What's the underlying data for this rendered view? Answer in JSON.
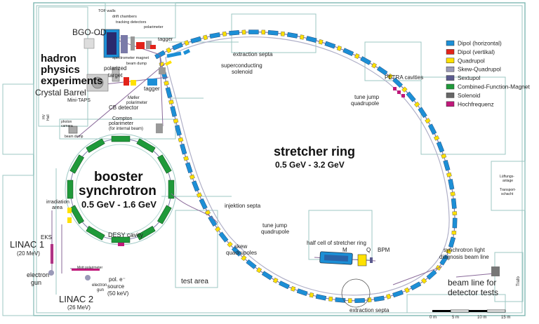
{
  "colors": {
    "dipol_h": "#1c8fd6",
    "dipol_v": "#e2231a",
    "quadrupol": "#ffe100",
    "skew_quadrupol": "#9a9ab8",
    "sextupol": "#5a5a8e",
    "combined": "#1f9a3a",
    "solenoid": "#666666",
    "hf": "#c0187a",
    "floor": "#9cc7c3",
    "beam": "#8a6a9a"
  },
  "legend": [
    {
      "label": "Dipol (horizontal)",
      "color": "#1c8fd6"
    },
    {
      "label": "Dipol (vertikal)",
      "color": "#e2231a"
    },
    {
      "label": "Quadrupol",
      "color": "#ffe100"
    },
    {
      "label": "Skew-Quadrupol",
      "color": "#9a9ab8"
    },
    {
      "label": "Sextupol",
      "color": "#5a5a8e"
    },
    {
      "label": "Combined-Function-Magnet",
      "color": "#1f9a3a"
    },
    {
      "label": "Solenoid",
      "color": "#666666"
    },
    {
      "label": "Hochfrequenz",
      "color": "#c0187a"
    }
  ],
  "labels": {
    "bgo_od": "BGO-OD",
    "hadron_1": "hadron",
    "hadron_2": "physics",
    "hadron_3": "experiments",
    "crystal_barrel": "Crystal Barrel",
    "tof_walls": "TOF walls",
    "drift_chambers": "drift chambers",
    "tracking_detectors": "tracking detectors",
    "polarimeter_top": "polarimeter",
    "spectrometer_magnet": "spectrometer magnet",
    "tagger_top": "tagger",
    "beam_dump_top": "beam dump",
    "polarized_target_1": "polarized",
    "polarized_target_2": "target",
    "mini_taps": "Mini-TAPS",
    "cb_detector": "CB detector",
    "moller_1": "Møller",
    "moller_2": "polarimeter",
    "tagger_mid": "tagger",
    "photon_camera_1": "photon",
    "photon_camera_2": "camera",
    "beam_dump_left": "beam dump",
    "compton_1": "Compton",
    "compton_2": "polarimeter",
    "compton_3": "(for internal beam)",
    "extraction_septa_top": "extraction septa",
    "sc_solenoid_1": "superconducting",
    "sc_solenoid_2": "solenoid",
    "petra": "PETRA cavities",
    "tune_jump_top_1": "tune jump",
    "tune_jump_top_2": "quadrupole",
    "stretcher_title": "stretcher ring",
    "stretcher_energy": "0.5 GeV - 3.2 GeV",
    "booster_1": "booster",
    "booster_2": "synchrotron",
    "booster_energy": "0.5 GeV - 1.6 GeV",
    "irradiation_1": "irradiation",
    "irradiation_2": "area",
    "eks": "EKS",
    "linac1": "LINAC 1",
    "linac1_energy": "(20 MeV)",
    "electron_gun_1a": "electron",
    "electron_gun_1b": "gun",
    "linac2": "LINAC 2",
    "linac2_energy": "(26 MeV)",
    "mott": "Mott polarimeter",
    "electron_gun_2a": "electron",
    "electron_gun_2b": "gun",
    "pol_source_1": "pol. e⁻",
    "pol_source_2": "source",
    "pol_source_3": "(50 keV)",
    "desy_cavity": "DESY cavity",
    "injektion_septa": "injektion septa",
    "tune_jump_low_1": "tune jump",
    "tune_jump_low_2": "quadrupole",
    "skew_1": "skew",
    "skew_2": "quadrupoles",
    "test_area": "test area",
    "half_cell": "half cell of stretcher ring",
    "cell_m": "M",
    "cell_q": "Q",
    "cell_bpm": "BPM",
    "sync_light_1": "synchrotron light",
    "sync_light_2": "diagnosis beam line",
    "detector_1": "beam line for",
    "detector_2": "detector tests",
    "extraction_septa_bottom": "extraction septa",
    "lueftung_1": "Lüftungs-",
    "lueftung_2": "anlage",
    "transport_1": "Transport-",
    "transport_2": "schacht",
    "trafo": "Trafo",
    "hv_1": "HV",
    "hv_2": "Hall"
  },
  "scale": {
    "ticks": [
      "0 m",
      "5 m",
      "10 m",
      "15 m"
    ]
  }
}
